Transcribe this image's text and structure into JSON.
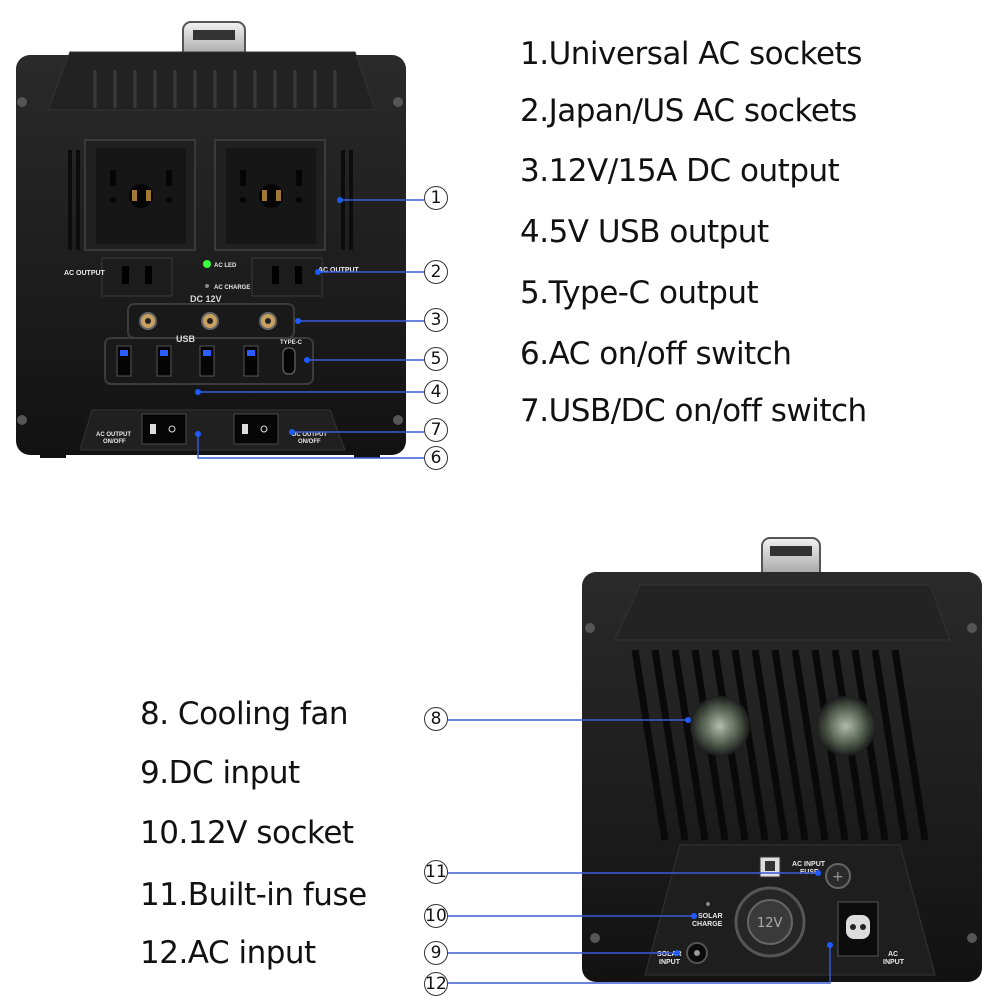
{
  "front_legend": [
    "1.Universal AC sockets",
    "2.Japan/US AC sockets",
    "3.12V/15A DC output",
    "4.5V USB output",
    "5.Type-C output",
    "6.AC on/off switch",
    "7.USB/DC on/off switch"
  ],
  "back_legend": [
    "8. Cooling fan",
    "9.DC input",
    "10.12V socket",
    "11.Built-in fuse",
    "12.AC input"
  ],
  "front_callouts": [
    "1",
    "2",
    "3",
    "5",
    "4",
    "7",
    "6"
  ],
  "back_callouts": [
    "8",
    "11",
    "10",
    "9",
    "12"
  ],
  "front_panel_labels": {
    "ac_output_left": "AC OUTPUT",
    "ac_output_right": "AC OUTPUT",
    "ac_led": "AC LED",
    "ac_charge": "AC CHARGE",
    "dc_12v": "DC 12V",
    "usb": "USB",
    "type_c": "TYPE-C",
    "ac_output_onoff_1": "AC OUTPUT",
    "ac_output_onoff_2": "ON/OFF",
    "dc_output_onoff_1": "DC OUTPUT",
    "dc_output_onoff_2": "ON/OFF"
  },
  "back_panel_labels": {
    "ac_input_fuse_1": "AC INPUT",
    "ac_input_fuse_2": "FUSE",
    "solar_charge_1": "SOLAR",
    "solar_charge_2": "CHARGE",
    "solar_input_1": "SOLAR",
    "solar_input_2": "INPUT",
    "ac_input_1": "AC",
    "ac_input_2": "INPUT",
    "socket_12v": "12V"
  },
  "colors": {
    "callout_line": "#3a5bd9",
    "callout_dot": "#1e5bff",
    "body": "#1a1a1a",
    "led_green": "#3cff3c"
  }
}
